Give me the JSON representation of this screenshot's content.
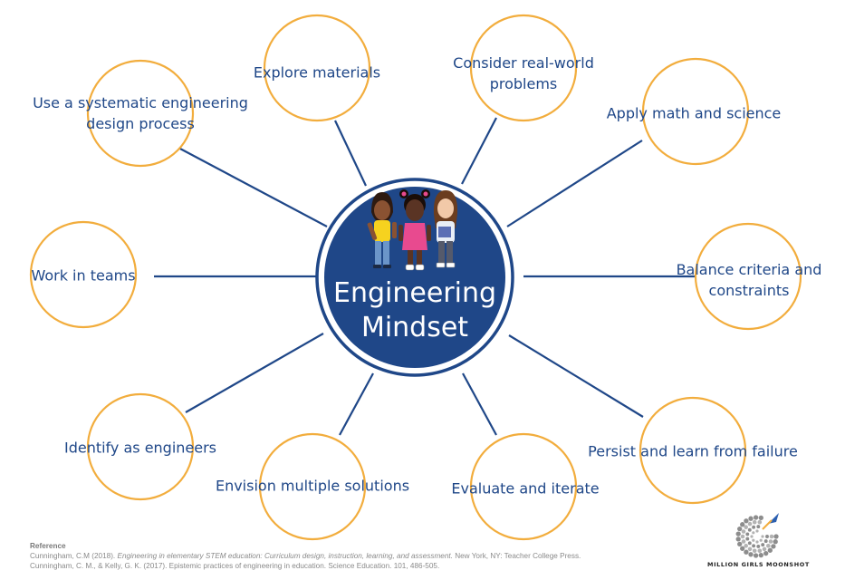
{
  "center": {
    "line1": "Engineering",
    "line2": "Mindset"
  },
  "nodes": [
    {
      "id": "systematic",
      "lines": [
        "Use a systematic engineering",
        "design process"
      ]
    },
    {
      "id": "explore",
      "lines": [
        "Explore materials"
      ]
    },
    {
      "id": "realworld",
      "lines": [
        "Consider real-world",
        "problems"
      ]
    },
    {
      "id": "math",
      "lines": [
        "Apply math and science"
      ]
    },
    {
      "id": "teams",
      "lines": [
        "Work in teams"
      ]
    },
    {
      "id": "balance",
      "lines": [
        "Balance criteria and",
        "constraints"
      ]
    },
    {
      "id": "identify",
      "lines": [
        "Identify as engineers"
      ]
    },
    {
      "id": "envision",
      "lines": [
        "Envision multiple solutions"
      ]
    },
    {
      "id": "evaluate",
      "lines": [
        "Evaluate and iterate"
      ]
    },
    {
      "id": "persist",
      "lines": [
        "Persist and learn from failure"
      ]
    }
  ],
  "reference": {
    "heading": "Reference",
    "line1_start": "Cunningham, C.M (2018). ",
    "line1_title": "Engineering in elementary STEM education: Curriculum design, instruction, learning, and assessment.",
    "line1_end": " New York, NY: Teacher College Press.",
    "line2": "Cunningham, C. M., & Kelly, G. K. (2017). Epistemic practices of engineering in education. Science Education. 101, 486-505."
  },
  "logo": {
    "text": "MILLION GIRLS MOONSHOT"
  },
  "colors": {
    "navy": "#1f4788",
    "ring": "#f2ad3d",
    "line": "#1f4788",
    "text": "#1f4788"
  }
}
